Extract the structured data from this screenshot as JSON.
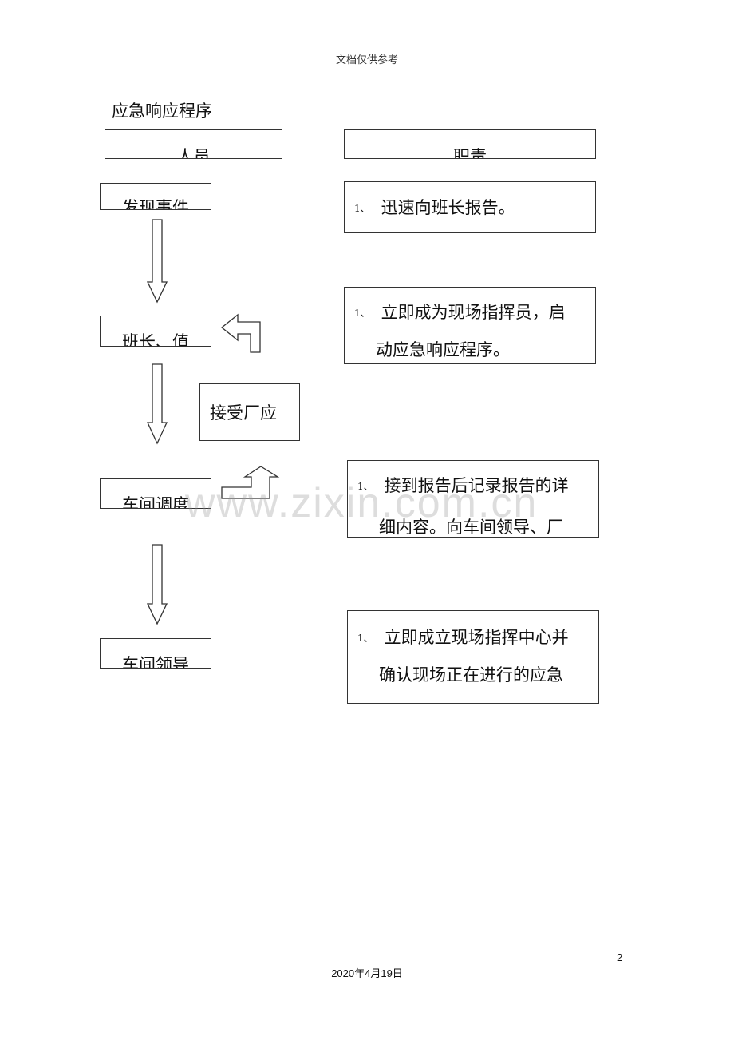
{
  "header": {
    "note": "文档仅供参考"
  },
  "document": {
    "title": "应急响应程序",
    "columns": {
      "people": "人员",
      "duties": "职责"
    },
    "people_steps": [
      {
        "label": "发现事件"
      },
      {
        "label": "班长、值"
      },
      {
        "label": "车间调度"
      },
      {
        "label": "车间领导"
      }
    ],
    "side_box": {
      "label": "接受厂应"
    },
    "duties": [
      {
        "number": "1、",
        "lines": [
          "迅速向班长报告。"
        ]
      },
      {
        "number": "1、",
        "lines": [
          "立即成为现场指挥员，启",
          "动应急响应程序。"
        ]
      },
      {
        "number": "1、",
        "lines": [
          "接到报告后记录报告的详",
          "细内容。向车间领导、厂"
        ]
      },
      {
        "number": "1、",
        "lines": [
          "立即成立现场指挥中心并",
          "确认现场正在进行的应急"
        ]
      }
    ]
  },
  "watermark": "www.zixin.com.cn",
  "footer": {
    "page_number": "2",
    "date": "2020年4月19日"
  }
}
